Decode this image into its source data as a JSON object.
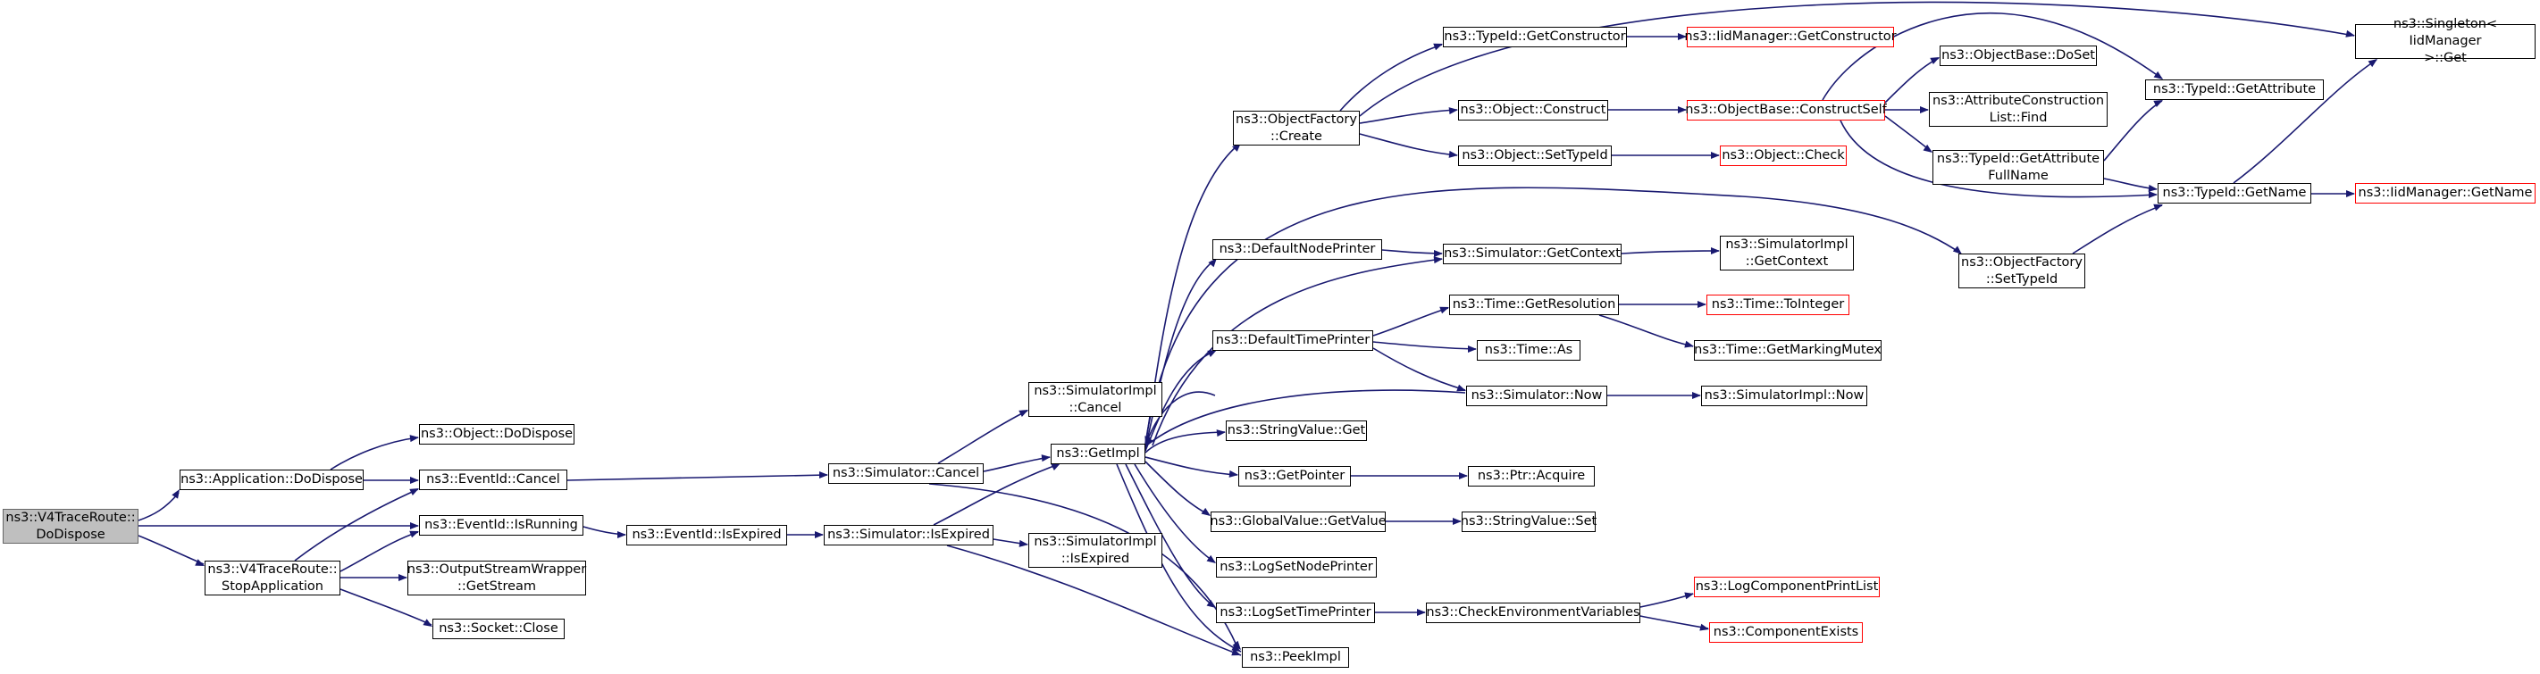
{
  "colors": {
    "edge": "#191970",
    "root_fill": "#bfbfbf",
    "external_border": "#ff0000",
    "border": "#000000"
  },
  "nodes": {
    "root": "ns3::V4TraceRoute::\nDoDispose",
    "app_dodispose": "ns3::Application::DoDispose",
    "v4_stopapp": "ns3::V4TraceRoute::\nStopApplication",
    "obj_dodispose": "ns3::Object::DoDispose",
    "eventid_cancel": "ns3::EventId::Cancel",
    "eventid_isrunning": "ns3::EventId::IsRunning",
    "osw_getstream": "ns3::OutputStreamWrapper\n::GetStream",
    "socket_close": "ns3::Socket::Close",
    "eventid_isexpired": "ns3::EventId::IsExpired",
    "sim_cancel": "ns3::Simulator::Cancel",
    "sim_isexpired": "ns3::Simulator::IsExpired",
    "simimpl_cancel": "ns3::SimulatorImpl\n::Cancel",
    "getimpl": "ns3::GetImpl",
    "simimpl_isexpired": "ns3::SimulatorImpl\n::IsExpired",
    "objfactory_create": "ns3::ObjectFactory\n::Create",
    "defaultnodeprinter": "ns3::DefaultNodePrinter",
    "defaulttimeprinter": "ns3::DefaultTimePrinter",
    "stringvalue_get": "ns3::StringValue::Get",
    "getpointer": "ns3::GetPointer",
    "globalvalue_getvalue": "ns3::GlobalValue::GetValue",
    "logsetnodeprinter": "ns3::LogSetNodePrinter",
    "logsettimeprinter": "ns3::LogSetTimePrinter",
    "peekimpl": "ns3::PeekImpl",
    "typeid_getconstructor": "ns3::TypeId::GetConstructor",
    "object_construct": "ns3::Object::Construct",
    "object_settypeid": "ns3::Object::SetTypeId",
    "sim_getcontext": "ns3::Simulator::GetContext",
    "time_getresolution": "ns3::Time::GetResolution",
    "time_as": "ns3::Time::As",
    "sim_now": "ns3::Simulator::Now",
    "ptr_acquire": "ns3::Ptr::Acquire",
    "stringvalue_set": "ns3::StringValue::Set",
    "check_envvars": "ns3::CheckEnvironmentVariables",
    "iidmanager_getconstructor": "ns3::IidManager::GetConstructor",
    "objectbase_constructself": "ns3::ObjectBase::ConstructSelf",
    "object_check": "ns3::Object::Check",
    "simimpl_getcontext": "ns3::SimulatorImpl\n::GetContext",
    "time_tointeger": "ns3::Time::ToInteger",
    "time_getmarkingmutex": "ns3::Time::GetMarkingMutex",
    "simimpl_now": "ns3::SimulatorImpl::Now",
    "logcomponentprintlist": "ns3::LogComponentPrintList",
    "componentexists": "ns3::ComponentExists",
    "objectbase_dospot": "ns3::ObjectBase::DoSet",
    "attrconstructionlist_find": "ns3::AttributeConstruction\nList::Find",
    "typeid_getattributefullname": "ns3::TypeId::GetAttribute\nFullName",
    "objfactory_settypeid": "ns3::ObjectFactory\n::SetTypeId",
    "typeid_getattribute": "ns3::TypeId::GetAttribute",
    "typeid_getname": "ns3::TypeId::GetName",
    "singleton_get": "ns3::Singleton< IidManager\n >::Get",
    "iidmanager_getname": "ns3::IidManager::GetName"
  }
}
